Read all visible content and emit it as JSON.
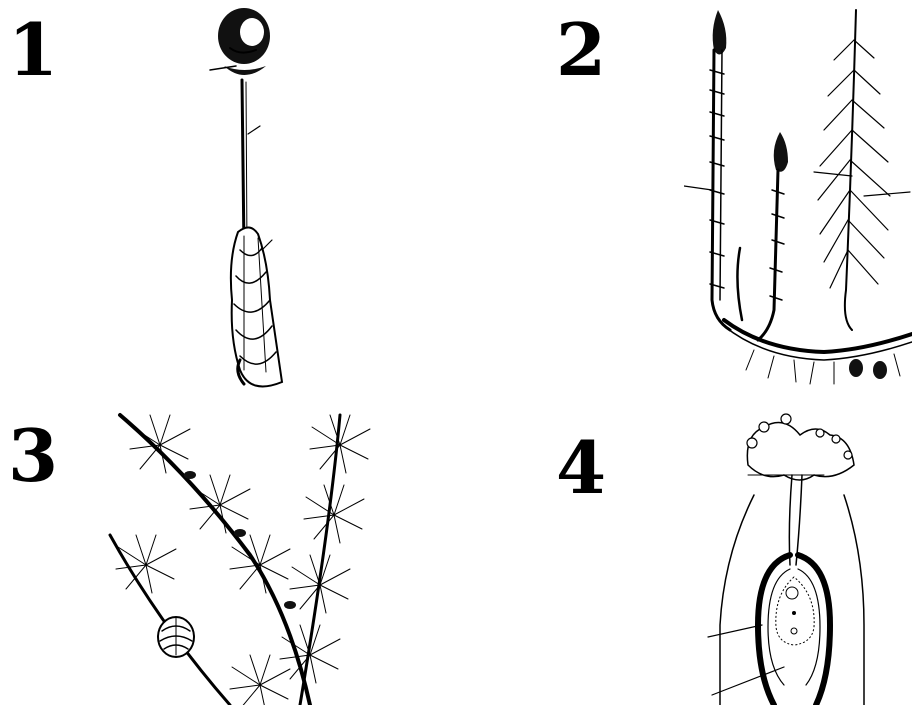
{
  "panels": [
    {
      "number": "1",
      "icon": "moss-sporophyte-icon"
    },
    {
      "number": "2",
      "icon": "horsetail-icon"
    },
    {
      "number": "3",
      "icon": "larch-branch-icon"
    },
    {
      "number": "4",
      "icon": "ovule-section-icon"
    }
  ],
  "colors": {
    "ink": "#000000",
    "background": "#ffffff"
  }
}
